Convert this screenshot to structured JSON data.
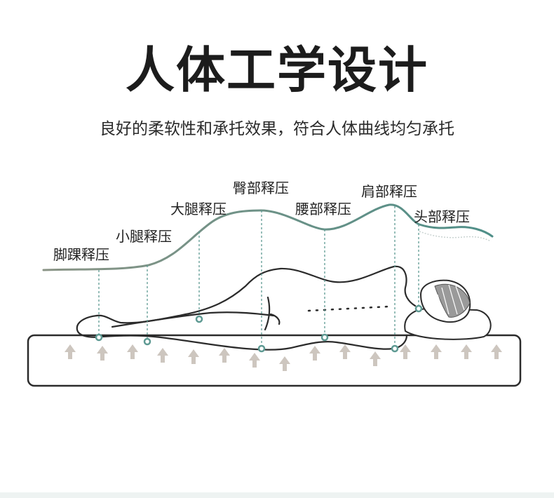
{
  "header": {
    "title": "人体工学设计",
    "subtitle": "良好的柔软性和承托效果，符合人体曲线均匀承托"
  },
  "zones": [
    {
      "id": "ankle",
      "label": "脚踝释压"
    },
    {
      "id": "calf",
      "label": "小腿释压"
    },
    {
      "id": "thigh",
      "label": "大腿释压"
    },
    {
      "id": "hip",
      "label": "臀部释压"
    },
    {
      "id": "waist",
      "label": "腰部释压"
    },
    {
      "id": "shoulder",
      "label": "肩部释压"
    },
    {
      "id": "head",
      "label": "头部释压"
    }
  ],
  "colors": {
    "curve_start": "#8a9486",
    "curve_end": "#4f8f88",
    "dot": "#5e9a93",
    "arrow": "#cdc6bf",
    "outline": "#2b2b2b"
  }
}
